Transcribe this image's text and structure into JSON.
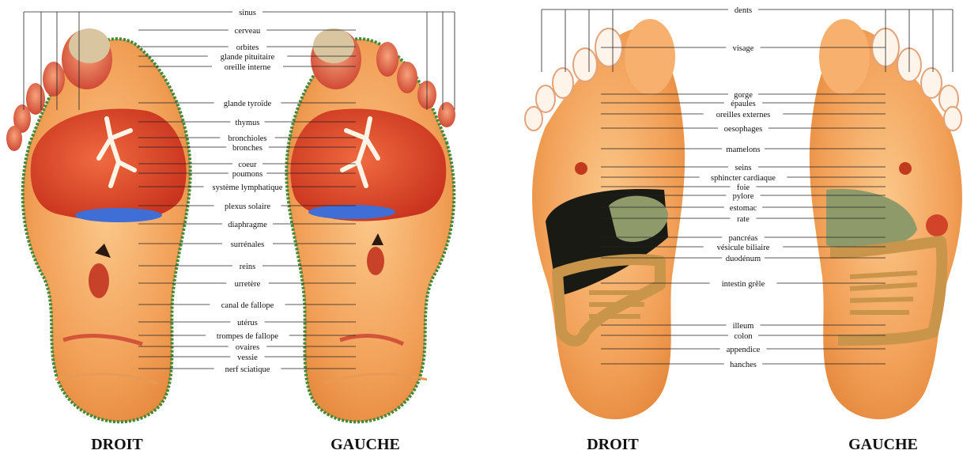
{
  "panels": [
    {
      "captions": [
        "DROIT",
        "GAUCHE"
      ],
      "labels": [
        "sinus",
        "cerveau",
        "orbites",
        "glande pituitaire",
        "oreille interne",
        "glande tyroïde",
        "thymus",
        "bronchioles",
        "bronches",
        "coeur",
        "poumons",
        "système lymphatique",
        "plexus solaire",
        "diaphragme",
        "surrénales",
        "reins",
        "urretère",
        "canal de fallope",
        "utérus",
        "trompes de fallope",
        "ovaires",
        "vessie",
        "nerf sciatique"
      ]
    },
    {
      "captions": [
        "DROIT",
        "GAUCHE"
      ],
      "labels": [
        "dents",
        "visage",
        "gorge",
        "épaules",
        "oreilles externes",
        "oesophages",
        "mamelons",
        "seins",
        "sphincter cardiaque",
        "foie",
        "pylore",
        "estomac",
        "rate",
        "pancréas",
        "vésicule biliaire",
        "duodénum",
        "intestin grêle",
        "illeum",
        "colon",
        "appendice",
        "hanches"
      ]
    }
  ],
  "colors": {
    "skin": "#f4a35a",
    "organ_red": "#e0452b",
    "plexus_blue": "#3f6fd6",
    "border_green": "#3f8a3a",
    "colon": "#c9954a",
    "stomach": "#8f9a6b",
    "liver": "#1a1a14"
  }
}
